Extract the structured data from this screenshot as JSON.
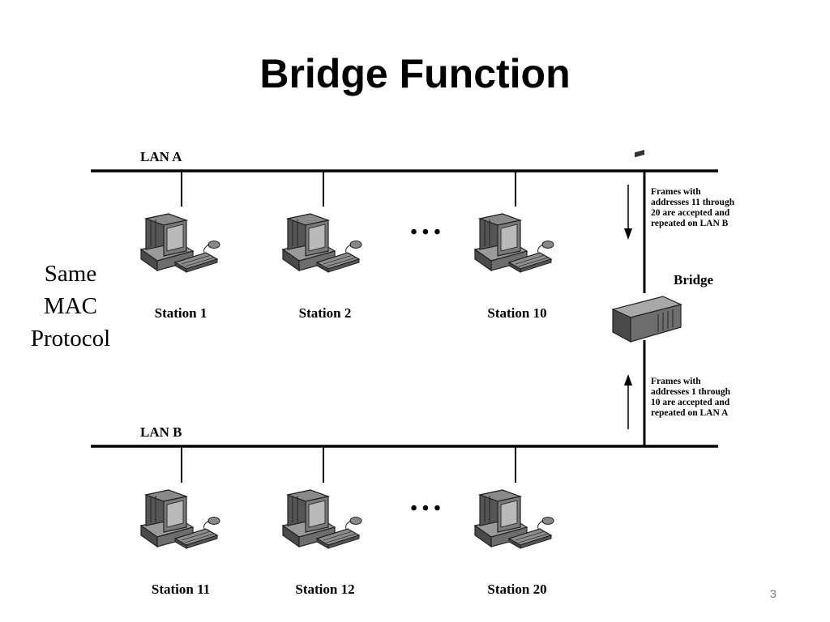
{
  "title": "Bridge Function",
  "side_label": [
    "Same",
    "MAC",
    "Protocol"
  ],
  "page_number": "3",
  "lan_a": {
    "label": "LAN A",
    "stations": [
      "Station 1",
      "Station 2",
      "Station 10"
    ]
  },
  "lan_b": {
    "label": "LAN B",
    "stations": [
      "Station 11",
      "Station 12",
      "Station 20"
    ]
  },
  "ellipsis": "• • •",
  "bridge": {
    "label": "Bridge"
  },
  "note_a_to_b": [
    "Frames with",
    "addresses 11 through",
    "20 are accepted and",
    "repeated on LAN B"
  ],
  "note_b_to_a": [
    "Frames with",
    "addresses 1 through",
    "10 are accepted and",
    "repeated on LAN A"
  ],
  "icons": {
    "station": "desktop-computer-icon",
    "bridge": "bridge-device-icon"
  }
}
